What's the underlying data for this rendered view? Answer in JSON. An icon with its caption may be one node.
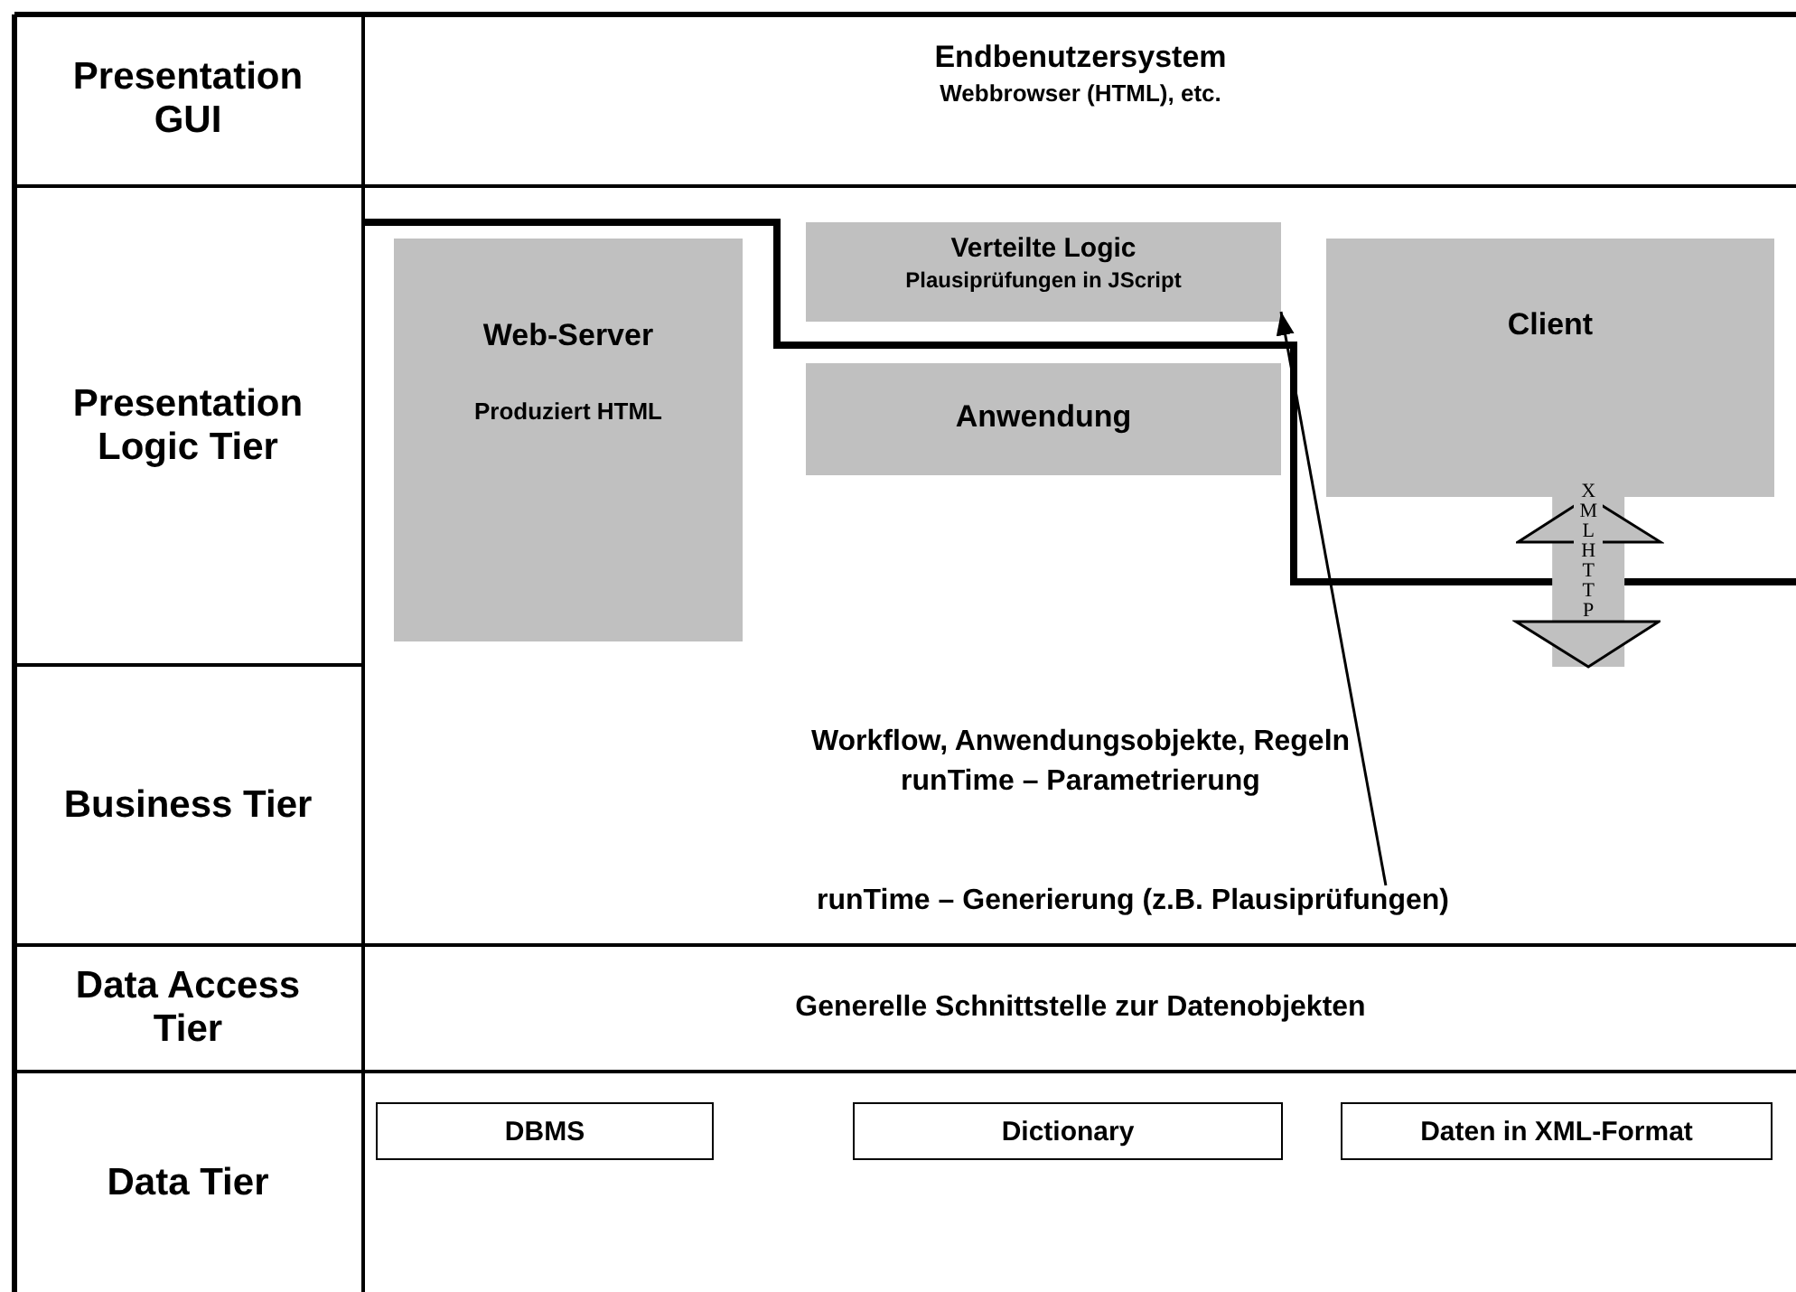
{
  "diagram": {
    "nodes": [
      {
        "text": [
          "Presentation GUI"
        ]
      },
      {
        "text": [
          "Endbenutzersystem",
          "Webbrowser (HTML), etc."
        ]
      },
      {
        "text": [
          "Presentation Logic Tier"
        ]
      },
      {
        "text": [
          "Web-Server",
          "Produziert HTML"
        ]
      },
      {
        "text": [
          "Verteilte Logic",
          "Plausiprüfungen in JScript"
        ]
      },
      {
        "text": [
          "Anwendung"
        ]
      },
      {
        "text": [
          "Client"
        ]
      },
      {
        "text": [
          "Business Tier"
        ]
      },
      {
        "text": [
          "Workflow, Anwendungsobjekte, Regeln",
          "runTime – Parametrierung"
        ]
      },
      {
        "text": [
          "runTime – Generierung (z.B. Plausiprüfungen)"
        ],
        "in": 8
      },
      {
        "text": [
          "Data Access Tier"
        ]
      },
      {
        "text": [
          "Generelle Schnittstelle zur Datenobjekten"
        ]
      },
      {
        "text": [
          "Data Tier"
        ]
      },
      {
        "text": [
          "DBMS"
        ]
      },
      {
        "text": [
          "Dictionary"
        ]
      },
      {
        "text": [
          "Daten in XML-Format"
        ]
      }
    ],
    "edges": [
      {
        "from": 9,
        "to": 4,
        "arrow": "to"
      },
      {
        "from": 6,
        "to": 8,
        "arrow": "both",
        "label": "XMLHTTP",
        "style": "thick",
        "color": "#c0c0c0"
      }
    ]
  }
}
